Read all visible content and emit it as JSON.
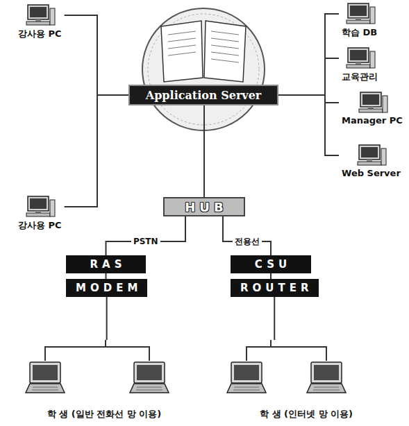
{
  "diagram": {
    "nodes": [
      {
        "text": [
          "강사용 PC"
        ]
      },
      {
        "text": [
          "Application Server"
        ]
      },
      {
        "text": [
          "학습 DB"
        ]
      },
      {
        "text": [
          "교육관리"
        ]
      },
      {
        "text": [
          "Manager PC"
        ]
      },
      {
        "text": [
          "Web Server"
        ]
      },
      {
        "text": [
          "강사용 PC"
        ]
      },
      {
        "text": [
          "HUB"
        ]
      },
      {
        "text": [
          "RAS"
        ]
      },
      {
        "text": [
          "MODEM"
        ]
      },
      {
        "text": [
          "CSU"
        ]
      },
      {
        "text": [
          "ROUTER"
        ]
      },
      {
        "text": [
          "학 생 (일반 전화선 망 이용)"
        ]
      },
      {
        "text": [
          "학 생 (인터넷 망 이용)"
        ]
      }
    ],
    "edges": [
      {
        "from": 1,
        "to": 0,
        "arrow": "none"
      },
      {
        "from": 1,
        "to": 6,
        "arrow": "none"
      },
      {
        "from": 1,
        "to": 2,
        "arrow": "none"
      },
      {
        "from": 1,
        "to": 3,
        "arrow": "none"
      },
      {
        "from": 1,
        "to": 4,
        "arrow": "none"
      },
      {
        "from": 1,
        "to": 5,
        "arrow": "none"
      },
      {
        "from": 1,
        "to": 7,
        "arrow": "none"
      },
      {
        "from": 7,
        "to": 8,
        "label": "PSTN",
        "arrow": "none"
      },
      {
        "from": 7,
        "to": 10,
        "label": "전용선",
        "arrow": "none"
      },
      {
        "from": 8,
        "to": 9,
        "arrow": "none"
      },
      {
        "from": 10,
        "to": 11,
        "arrow": "none"
      },
      {
        "from": 9,
        "to": 12,
        "arrow": "none"
      },
      {
        "from": 11,
        "to": 13,
        "arrow": "none"
      }
    ]
  }
}
